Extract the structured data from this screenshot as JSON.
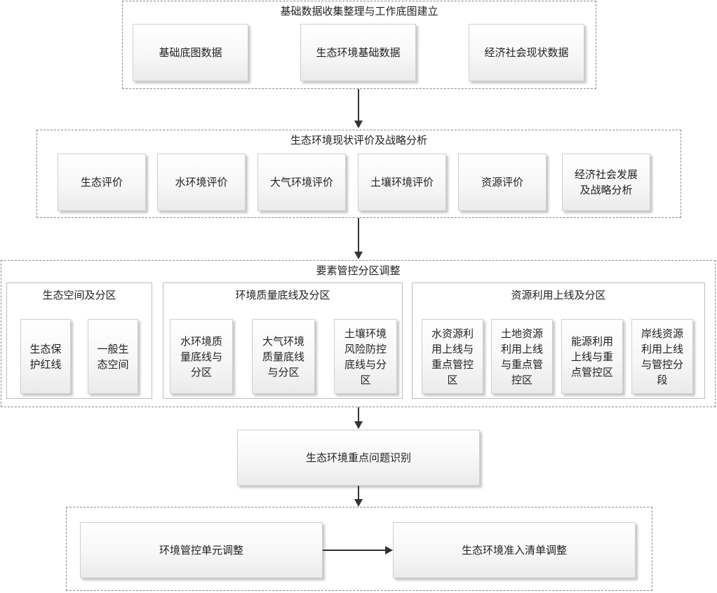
{
  "group1": {
    "title": "基础数据收集整理与工作底图建立",
    "boxes": [
      "基础底图数据",
      "生态环境基础数据",
      "经济社会现状数据"
    ]
  },
  "group2": {
    "title": "生态环境现状评价及战略分析",
    "boxes": [
      "生态评价",
      "水环境评价",
      "大气环境评价",
      "土壤环境评价",
      "资源评价",
      "经济社会发展\n及战略分析"
    ]
  },
  "group3": {
    "title": "要素管控分区调整",
    "sub1": {
      "title": "生态空间及分区",
      "boxes": [
        "生态保\n护红线",
        "一般生\n态空间"
      ]
    },
    "sub2": {
      "title": "环境质量底线及分区",
      "boxes": [
        "水环境质\n量底线与\n分区",
        "大气环境\n质量底线\n与分区",
        "土壤环境\n风险防控\n底线与分\n区"
      ]
    },
    "sub3": {
      "title": "资源利用上线及分区",
      "boxes": [
        "水资源利\n用上线与\n重点管控\n区",
        "土地资源\n利用上线\n与重点管\n控区",
        "能源利用\n上线与重\n点管控区",
        "岸线资源\n利用上线\n与管控分\n段"
      ]
    }
  },
  "step4": {
    "label": "生态环境重点问题识别"
  },
  "group5": {
    "boxes": [
      "环境管控单元调整",
      "生态环境准入清单调整"
    ]
  }
}
